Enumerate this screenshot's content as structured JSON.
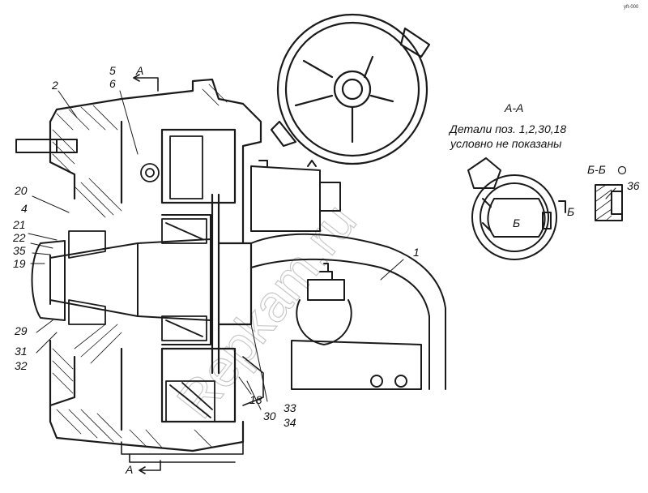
{
  "drawing": {
    "corner_code": "yft-000",
    "watermark": "Repkam.ru",
    "section_aa": {
      "title": "А-А",
      "note_line1": "Детали поз. 1,2,30,18",
      "note_line2": "условно не показаны",
      "inner_mark": "Б",
      "arrow_mark": "Б"
    },
    "section_bb": {
      "title": "Б-Б",
      "part": "36"
    },
    "cut_marks": {
      "top": "A",
      "bottom": "A"
    },
    "callouts": {
      "p1": "1",
      "p2": "2",
      "p4": "4",
      "p5": "5",
      "p6": "6",
      "p18": "18",
      "p19": "19",
      "p20": "20",
      "p21": "21",
      "p22": "22",
      "p29": "29",
      "p30": "30",
      "p31": "31",
      "p32": "32",
      "p33": "33",
      "p34": "34",
      "p35": "35"
    }
  }
}
